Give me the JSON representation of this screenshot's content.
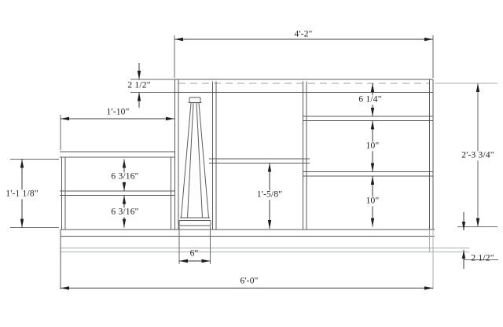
{
  "drawing": {
    "type": "cad-elevation",
    "subject": "desk with left cabinet, trestle leg, shelved bays and base bench",
    "units": "feet-inches",
    "colors": {
      "background": "#ffffff",
      "object_line": "#5a5a5a",
      "light_line": "#a9aeae",
      "hidden_dashed_line": "#9aa0a0",
      "dimension_line": "#3a3a3a",
      "text": "#1c1c1c"
    },
    "labels": {
      "desk_top_width": "4'-2\"",
      "desk_top_thickness": "2 1/2\"",
      "cabinet_width": "1'-10\"",
      "cabinet_height": "1'-1 1/8\"",
      "cabinet_space_upper": "6 3/16\"",
      "cabinet_space_lower": "6 3/16\"",
      "middle_shelf_clearance": "1'-5/8\"",
      "right_bay_top_space": "6 1/4\"",
      "right_bay_middle_space": "10\"",
      "right_bay_bottom_space": "10\"",
      "desk_side_height": "2'-3 3/4\"",
      "base_rail_thickness": "2 1/2\"",
      "trestle_base_width": "6\"",
      "overall_width": "6'-0\""
    }
  }
}
